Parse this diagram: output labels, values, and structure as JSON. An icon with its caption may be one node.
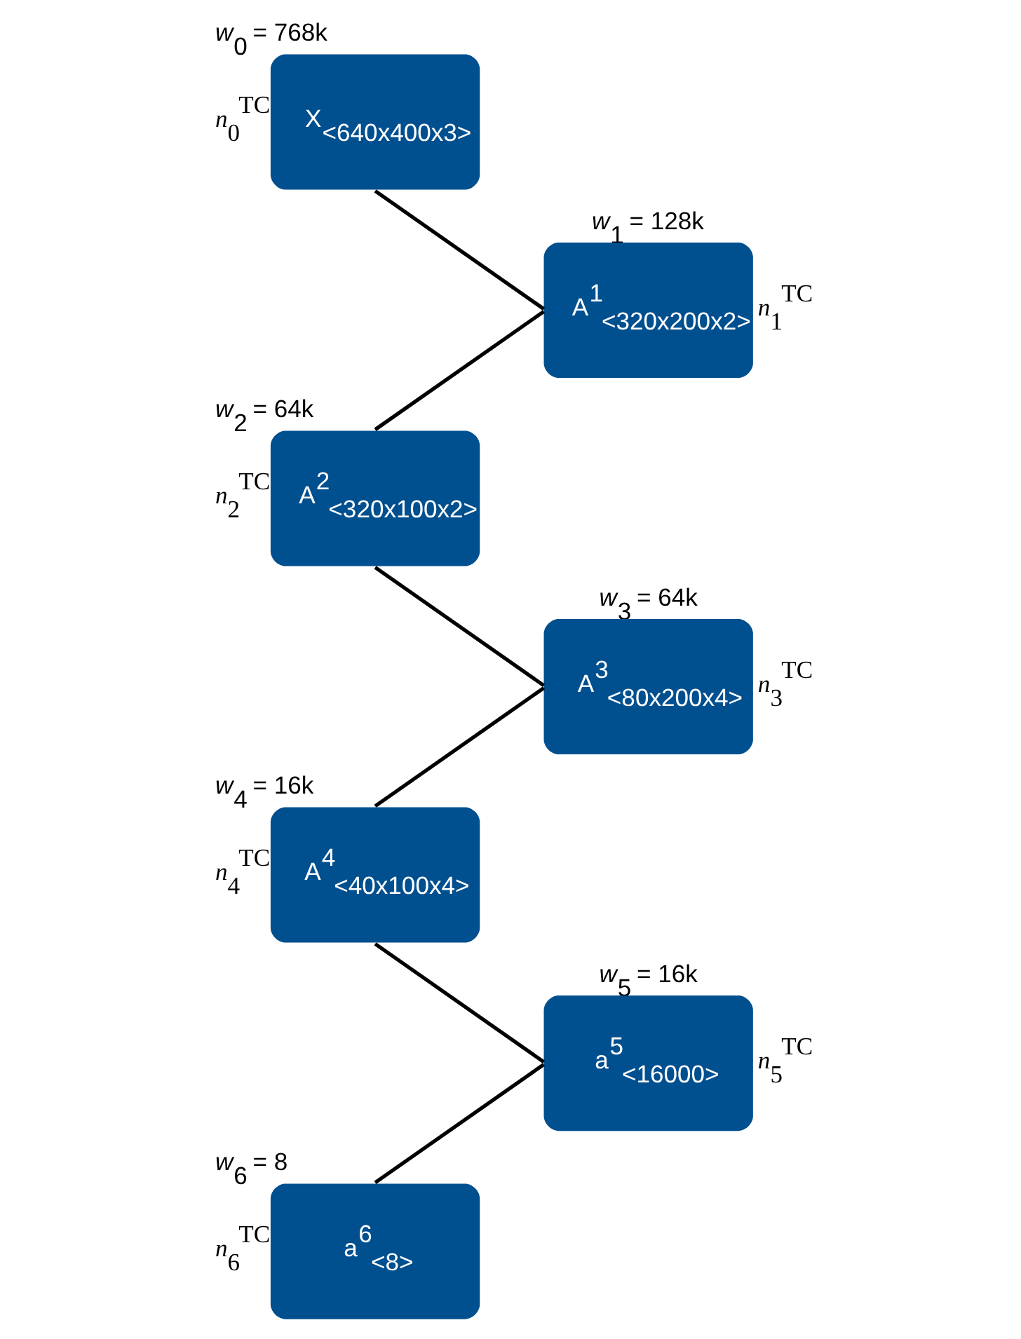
{
  "diagram": {
    "nodes": [
      {
        "text": [
          "X$_{<640x400x3>}$"
        ],
        "beside": [
          "*w*$_{0}$ = 768k",
          "*n*$_{0}$$^{TC}$"
        ]
      },
      {
        "text": [
          "A$^{1}$$_{<320x200x2>}$"
        ],
        "beside": [
          "*w*$_{1}$ = 128k",
          "*n*$_{1}$$^{TC}$"
        ]
      },
      {
        "text": [
          "A$^{2}$$_{<320x100x2>}$"
        ],
        "beside": [
          "*w*$_{2}$ = 64k",
          "*n*$_{2}$$^{TC}$"
        ]
      },
      {
        "text": [
          "A$^{3}$$_{<80x200x4>}$"
        ],
        "beside": [
          "*w*$_{3}$ = 64k",
          "*n*$_{3}$$^{TC}$"
        ]
      },
      {
        "text": [
          "A$^{4}$$_{<40x100x4>}$"
        ],
        "beside": [
          "*w*$_{4}$ = 16k",
          "*n*$_{4}$$^{TC}$"
        ]
      },
      {
        "text": [
          "a$^{5}$$_{<16000>}$"
        ],
        "beside": [
          "*w*$_{5}$ = 16k",
          "*n*$_{5}$$^{TC}$"
        ]
      },
      {
        "text": [
          "a$^{6}$$_{<8>}$"
        ],
        "beside": [
          "*w*$_{6}$ = 8",
          "*n*$_{6}$$^{TC}$"
        ]
      }
    ],
    "edges": [
      {
        "from": 0,
        "to": 1,
        "arrow": "none"
      },
      {
        "from": 1,
        "to": 2,
        "arrow": "none"
      },
      {
        "from": 2,
        "to": 3,
        "arrow": "none"
      },
      {
        "from": 3,
        "to": 4,
        "arrow": "none"
      },
      {
        "from": 4,
        "to": 5,
        "arrow": "none"
      },
      {
        "from": 5,
        "to": 6,
        "arrow": "none"
      }
    ]
  }
}
